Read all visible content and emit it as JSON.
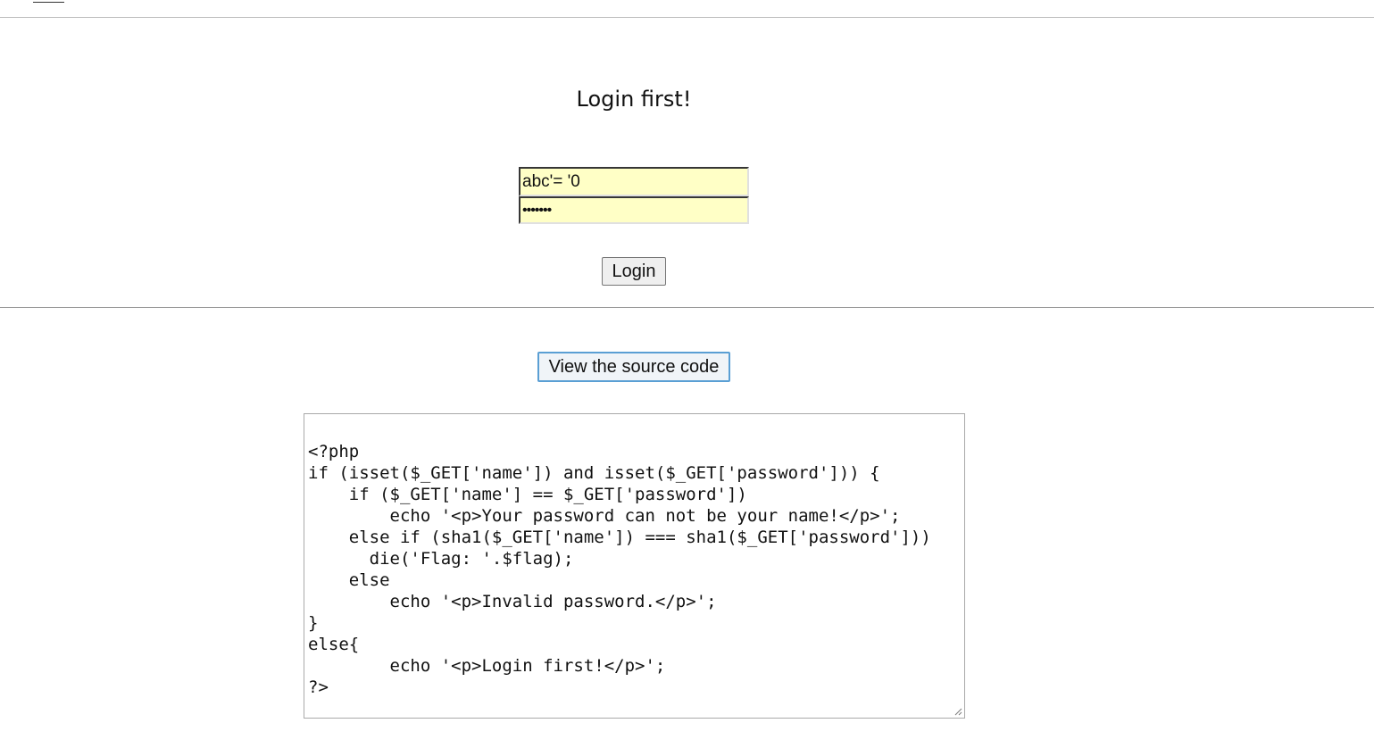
{
  "message": "Login first!",
  "login_form": {
    "name_value": "abc'= '0",
    "password_value": "1234567",
    "login_button": "Login"
  },
  "source_button": "View the source code",
  "source_code": "<?php\nif (isset($_GET['name']) and isset($_GET['password'])) {\n    if ($_GET['name'] == $_GET['password'])\n        echo '<p>Your password can not be your name!</p>';\n    else if (sha1($_GET['name']) === sha1($_GET['password']))\n      die('Flag: '.$flag);\n    else\n        echo '<p>Invalid password.</p>';\n}\nelse{\n        echo '<p>Login first!</p>';\n?>",
  "icons": {
    "resize_grip": "resize-grip-icon"
  },
  "colors": {
    "field_background": "#ffffc6",
    "source_button_border": "#5a9fd4"
  }
}
